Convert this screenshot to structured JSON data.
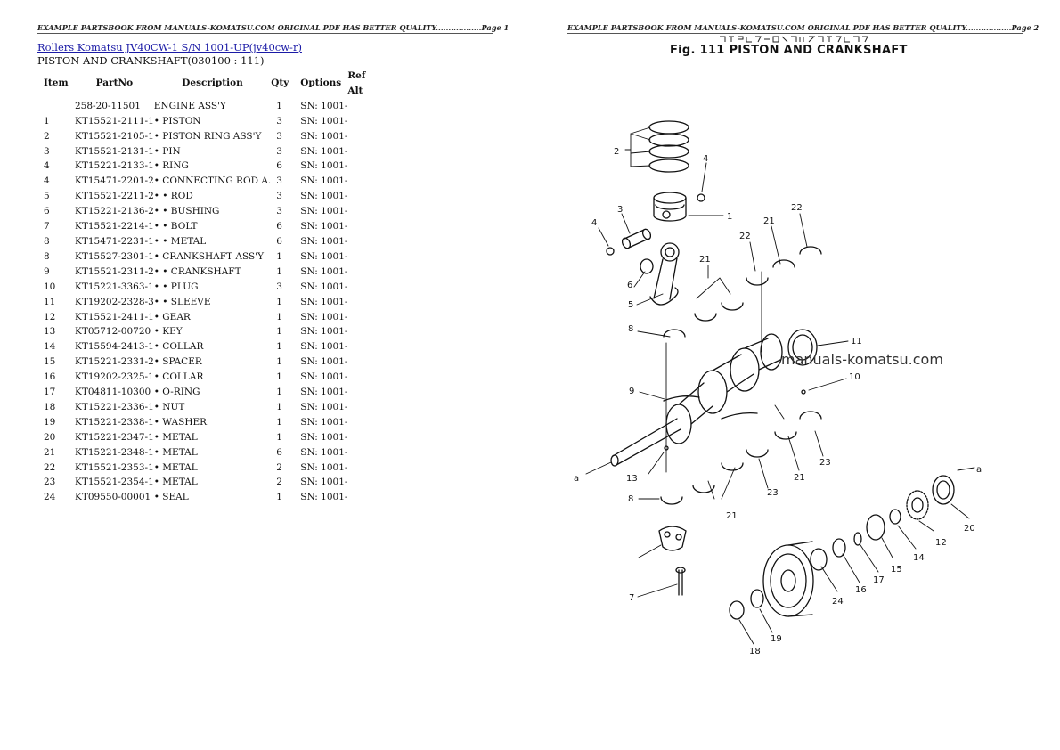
{
  "page_headers": {
    "left": "EXAMPLE PARTSBOOK FROM MANUALS-KOMATSU.COM ORIGINAL PDF HAS BETTER QUALITY..................Page 1",
    "right": "EXAMPLE PARTSBOOK FROM MANUALS-KOMATSU.COM ORIGINAL PDF HAS BETTER QUALITY..................Page 2"
  },
  "title_link": "Rollers Komatsu JV40CW-1 S/N 1001-UP(jv40cw-r)",
  "subtitle": "PISTON AND CRANKSHAFT(030100 : 111)",
  "table": {
    "headers": [
      "Item",
      "PartNo",
      "Description",
      "Qty",
      "Options",
      "Ref Alt"
    ],
    "rows": [
      [
        "",
        "258-20-11501",
        "ENGINE ASS'Y",
        "1",
        "SN: 1001-"
      ],
      [
        "1",
        "KT15521-2111-1",
        "• PISTON",
        "3",
        "SN: 1001-"
      ],
      [
        "2",
        "KT15521-2105-1",
        "• PISTON RING ASS'Y",
        "3",
        "SN: 1001-"
      ],
      [
        "3",
        "KT15521-2131-1",
        "• PIN",
        "3",
        "SN: 1001-"
      ],
      [
        "4",
        "KT15221-2133-1",
        "• RING",
        "6",
        "SN: 1001-"
      ],
      [
        "4",
        "KT15471-2201-2",
        "• CONNECTING ROD A.",
        "3",
        "SN: 1001-"
      ],
      [
        "5",
        "KT15521-2211-2",
        "• • ROD",
        "3",
        "SN: 1001-"
      ],
      [
        "6",
        "KT15221-2136-2",
        "• • BUSHING",
        "3",
        "SN: 1001-"
      ],
      [
        "7",
        "KT15521-2214-1",
        "• • BOLT",
        "6",
        "SN: 1001-"
      ],
      [
        "8",
        "KT15471-2231-1",
        "• • METAL",
        "6",
        "SN: 1001-"
      ],
      [
        "8",
        "KT15527-2301-1",
        "• CRANKSHAFT ASS'Y",
        "1",
        "SN: 1001-"
      ],
      [
        "9",
        "KT15521-2311-2",
        "• • CRANKSHAFT",
        "1",
        "SN: 1001-"
      ],
      [
        "10",
        "KT15221-3363-1",
        "• • PLUG",
        "3",
        "SN: 1001-"
      ],
      [
        "11",
        "KT19202-2328-3",
        "• • SLEEVE",
        "1",
        "SN: 1001-"
      ],
      [
        "12",
        "KT15521-2411-1",
        "• GEAR",
        "1",
        "SN: 1001-"
      ],
      [
        "13",
        "KT05712-00720",
        "• KEY",
        "1",
        "SN: 1001-"
      ],
      [
        "14",
        "KT15594-2413-1",
        "• COLLAR",
        "1",
        "SN: 1001-"
      ],
      [
        "15",
        "KT15221-2331-2",
        "• SPACER",
        "1",
        "SN: 1001-"
      ],
      [
        "16",
        "KT19202-2325-1",
        "• COLLAR",
        "1",
        "SN: 1001-"
      ],
      [
        "17",
        "KT04811-10300",
        "• O-RING",
        "1",
        "SN: 1001-"
      ],
      [
        "18",
        "KT15221-2336-1",
        "• NUT",
        "1",
        "SN: 1001-"
      ],
      [
        "19",
        "KT15221-2338-1",
        "• WASHER",
        "1",
        "SN: 1001-"
      ],
      [
        "20",
        "KT15221-2347-1",
        "• METAL",
        "1",
        "SN: 1001-"
      ],
      [
        "21",
        "KT15221-2348-1",
        "• METAL",
        "6",
        "SN: 1001-"
      ],
      [
        "22",
        "KT15521-2353-1",
        "• METAL",
        "2",
        "SN: 1001-"
      ],
      [
        "23",
        "KT15521-2354-1",
        "• METAL",
        "2",
        "SN: 1001-"
      ],
      [
        "24",
        "KT09550-00001",
        "• SEAL",
        "1",
        "SN: 1001-"
      ]
    ]
  },
  "figure": {
    "title": "Fig. 111 PISTON AND CRANKSHAFT",
    "watermark": "manuals-komatsu.com",
    "callouts": [
      "1",
      "2",
      "3",
      "4",
      "4",
      "5",
      "6",
      "7",
      "8",
      "8",
      "9",
      "10",
      "11",
      "12",
      "13",
      "14",
      "15",
      "16",
      "17",
      "18",
      "19",
      "20",
      "21",
      "21",
      "21",
      "21",
      "22",
      "22",
      "23",
      "23",
      "24",
      "a",
      "a"
    ]
  }
}
